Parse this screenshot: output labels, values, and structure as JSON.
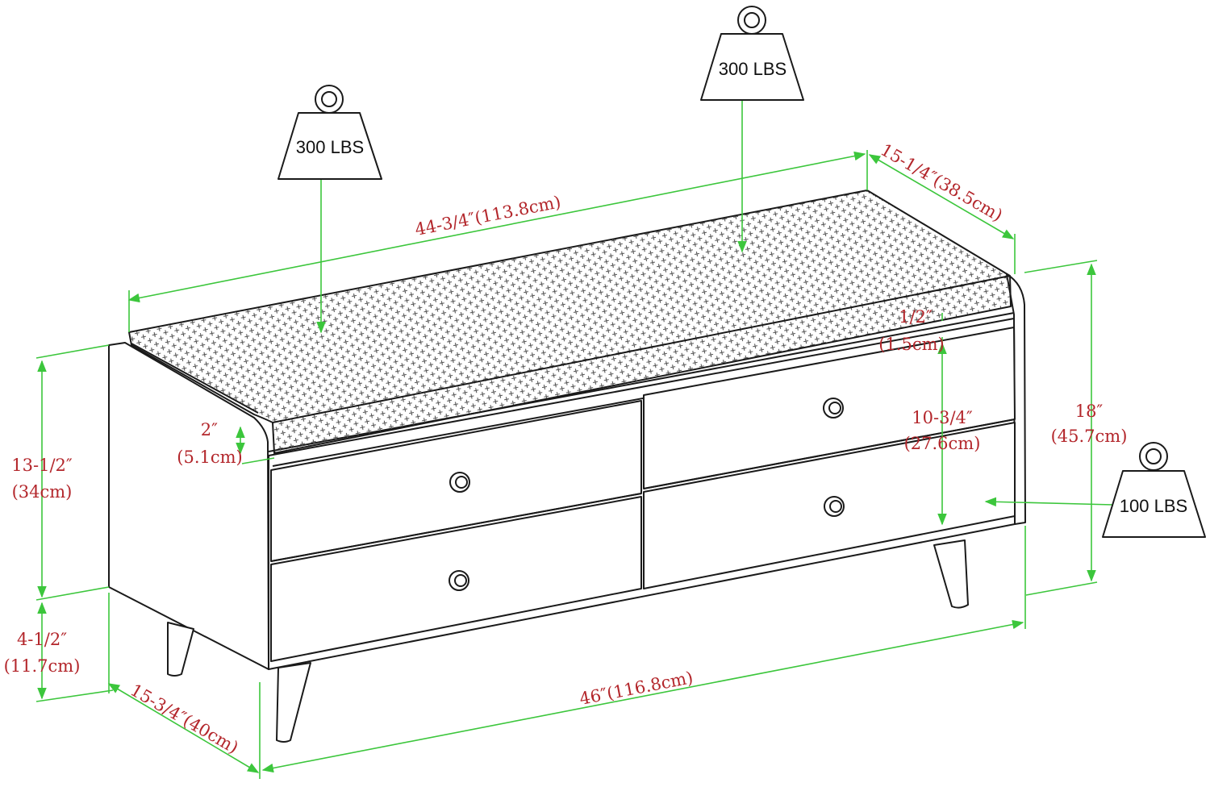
{
  "colors": {
    "dimension_line": "#3cc63c",
    "dimension_text": "#b3262b",
    "outline": "#1a1a1a",
    "cushion_pattern": "#555555"
  },
  "weights": {
    "top_left": "300 LBS",
    "top_center": "300 LBS",
    "right": "100 LBS"
  },
  "dimensions": {
    "top_length": "44-3/4″(113.8cm)",
    "top_depth": "15-1/4″(38.5cm)",
    "total_height_in": "18″",
    "total_height_cm": "(45.7cm)",
    "cushion_thickness_in": "2″",
    "cushion_thickness_cm": "(5.1cm)",
    "lip_in": "1/2″",
    "lip_cm": "(1.5cm)",
    "drawer_height_in": "10-3/4″",
    "drawer_height_cm": "(27.6cm)",
    "body_height_in": "13-1/2″",
    "body_height_cm": "(34cm)",
    "leg_height_in": "4-1/2″",
    "leg_height_cm": "(11.7cm)",
    "bottom_depth": "15-3/4″(40cm)",
    "bottom_length": "46″(116.8cm)"
  }
}
